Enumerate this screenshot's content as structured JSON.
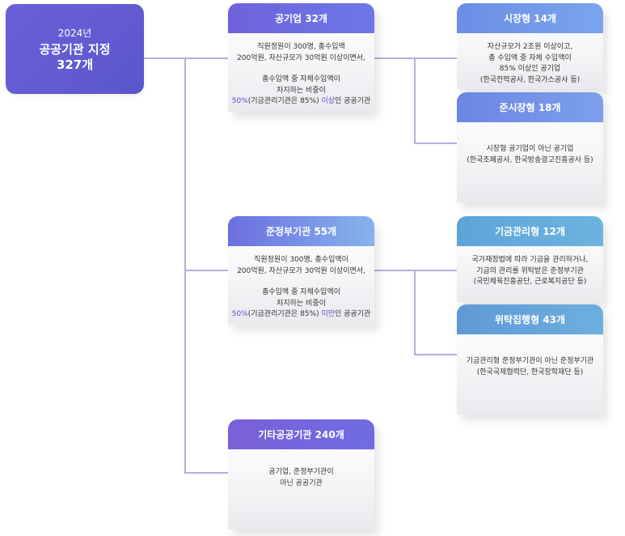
{
  "root": {
    "year": "2024년",
    "title_line1": "공공기관 지정",
    "title_line2": "327개"
  },
  "cards": {
    "public_enterprise": {
      "title": "공기업 32개",
      "line1": "직원정원이 300명, 총수입액",
      "line2": "200억원,  자산규모가 30억원 이상이면서,",
      "line3": "총수입액 중 자체수입액이",
      "line4": "차지하는 비중이",
      "hl1": "50%",
      "mid": "(기금관리기관은 85%) ",
      "hl2": "이상",
      "tail": "인 공공기관"
    },
    "market": {
      "title": "시장형 14개",
      "line1": "자산규모가 2조원 이상이고,",
      "line2": "총 수입액 중 자체 수입액이",
      "line3": "85% 이상인 공기업",
      "line4": "(한국전력공사, 한국가스공사 등)"
    },
    "quasi_market": {
      "title": "준시장형 18개",
      "line1": "시장형 공기업이 아닌 공기업",
      "line2": "(한국조폐공사, 한국방송광고진흥공사 등)"
    },
    "quasi_government": {
      "title": "준정부기관 55개",
      "line1": "직원정원이 300명, 총수입액이",
      "line2": "200억원,  자산규모가 30억원 이상이면서,",
      "line3": "총수입액 중 자체수입액이",
      "line4": "차지하는 비중이",
      "hl1": "50%",
      "mid": "(기금관리기관은 85%) ",
      "hl2": "미만",
      "tail": "인 공공기관"
    },
    "fund_management": {
      "title": "기금관리형 12개",
      "line1": "국가재정법에 따라 기금을 관리하거나,",
      "line2": "기금의 관리를 위탁받은 준정부기관",
      "line3": "(국민체육진흥공단, 근로복지공단 등)"
    },
    "commissioned": {
      "title": "위탁집행형 43개",
      "line1": "기금관리형 준정부기관이 아닌 준정부기관",
      "line2": "(한국국제협력단, 한국장학재단 등)"
    },
    "other": {
      "title": "기타공공기관 240개",
      "line1": "공기업, 준정부기관이",
      "line2": "아닌 공공기관"
    }
  }
}
